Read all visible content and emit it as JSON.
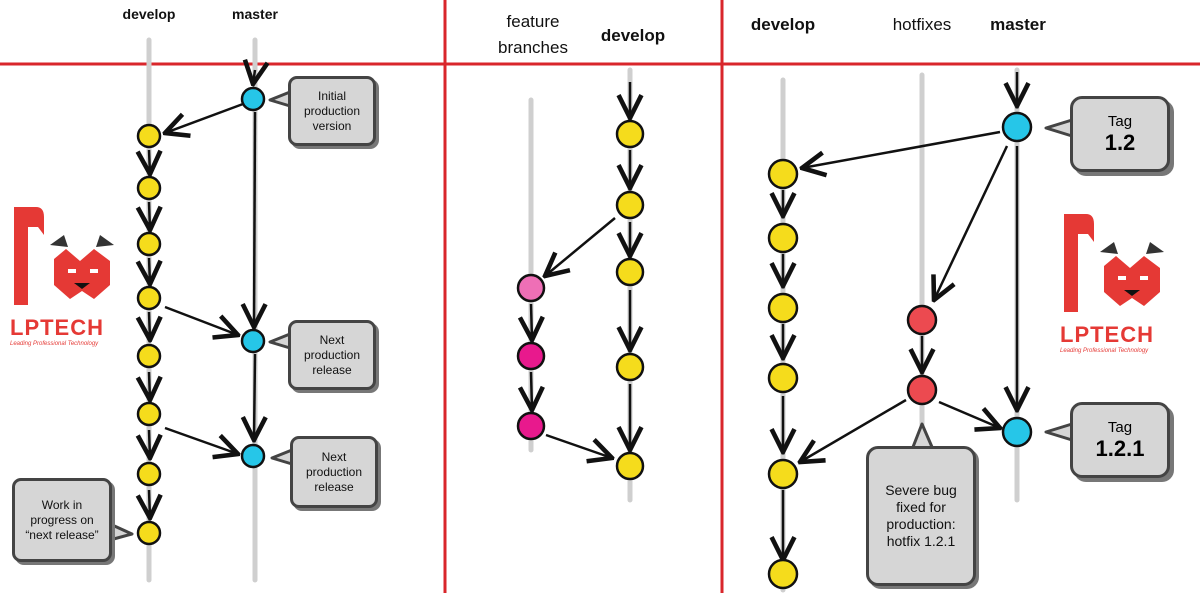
{
  "colors": {
    "divider": "#d9262b",
    "commit_develop": "#f5dc1c",
    "commit_master": "#26c6e8",
    "commit_feature_light": "#ee6fb6",
    "commit_feature": "#e8198d",
    "commit_hotfix": "#ec4a50",
    "lane": "#cfcfcf",
    "arrow": "#111111"
  },
  "panel1": {
    "develop_label": "develop",
    "master_label": "master",
    "callout_initial": "Initial\nproduction\nversion",
    "callout_release1": "Next\nproduction\nrelease",
    "callout_release2": "Next\nproduction\nrelease",
    "callout_wip": "Work in\nprogress on\n“next release”"
  },
  "panel2": {
    "feature_label_line1": "feature",
    "feature_label_line2": "branches",
    "develop_label": "develop"
  },
  "panel3": {
    "develop_label": "develop",
    "hotfixes_label": "hotfixes",
    "master_label": "master",
    "tag1_word": "Tag",
    "tag1_value": "1.2",
    "tag2_word": "Tag",
    "tag2_value": "1.2.1",
    "bug_callout": "Severe bug\nfixed for\nproduction:\nhotfix 1.2.1"
  },
  "logo": {
    "name": "LPTECH",
    "tagline": "Leading Professional Technology",
    "icon": "fox-head-icon"
  }
}
